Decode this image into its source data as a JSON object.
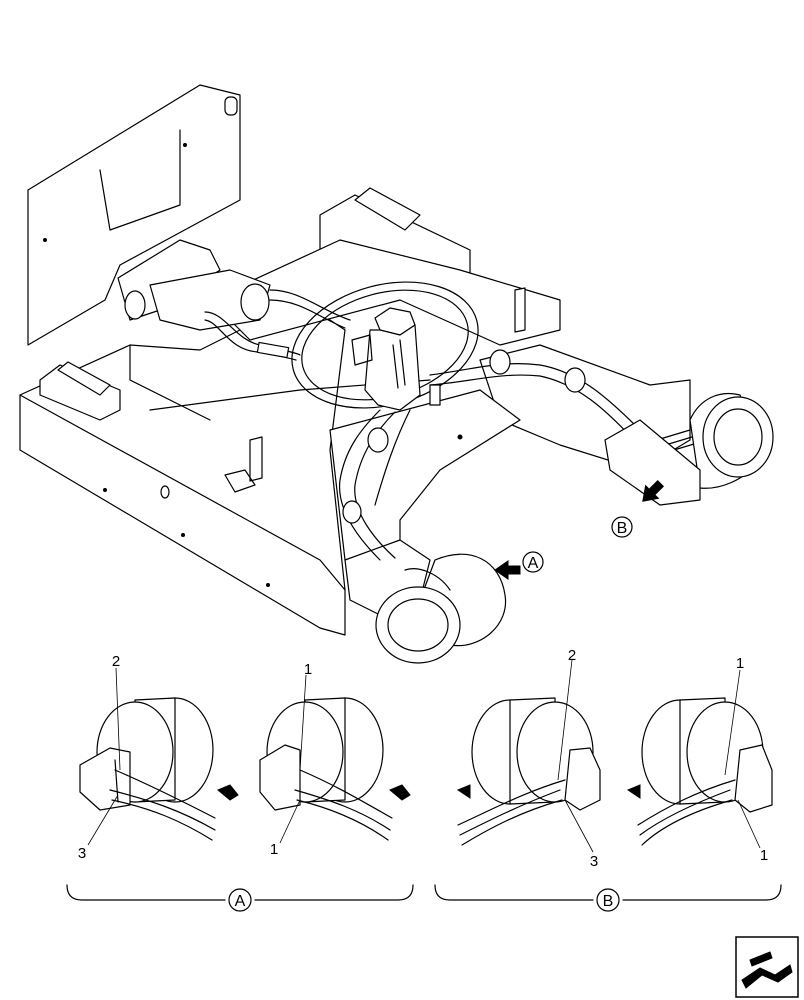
{
  "view_labels": {
    "a": "A",
    "b": "B"
  },
  "callouts": {
    "one": "1",
    "two": "2",
    "three": "3"
  }
}
